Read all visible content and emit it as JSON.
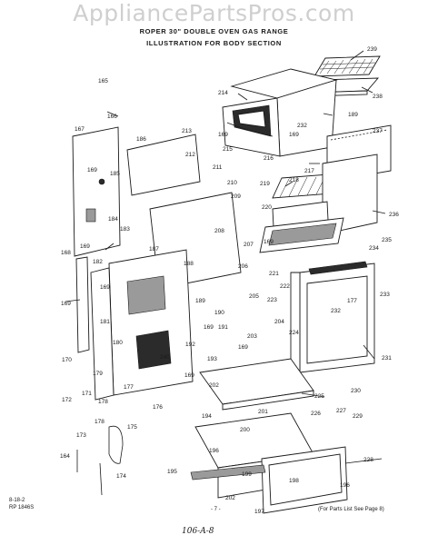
{
  "watermark": "AppliancePartsPros.com",
  "header": {
    "line1": "ROPER 30\" DOUBLE OVEN GAS RANGE",
    "line2": "ILLUSTRATION FOR BODY SECTION"
  },
  "footer": {
    "code_line1": "8-18-2",
    "code_line2": "RP 1846S",
    "center_ref": "- 7 -",
    "note": "(For Parts List See Page 8)",
    "handwritten": "106-A-8"
  },
  "callouts": [
    "239",
    "238",
    "214",
    "189",
    "232",
    "237",
    "169",
    "215",
    "216",
    "169",
    "217",
    "165",
    "166",
    "167",
    "186",
    "213",
    "212",
    "211",
    "210",
    "169",
    "185",
    "184",
    "183",
    "209",
    "187",
    "188",
    "208",
    "207",
    "218",
    "219",
    "220",
    "236",
    "235",
    "234",
    "206",
    "221",
    "222",
    "223",
    "233",
    "177",
    "232",
    "168",
    "182",
    "169",
    "169",
    "181",
    "189",
    "205",
    "190",
    "191",
    "169",
    "204",
    "203",
    "224",
    "180",
    "192",
    "240",
    "193",
    "169",
    "231",
    "179",
    "170",
    "169",
    "202",
    "225",
    "177",
    "176",
    "230",
    "171",
    "172",
    "178",
    "194",
    "201",
    "226",
    "227",
    "229",
    "175",
    "173",
    "200",
    "196",
    "228",
    "164",
    "174",
    "195",
    "199",
    "198",
    "196",
    "202",
    "197",
    "178",
    "169",
    "169"
  ]
}
